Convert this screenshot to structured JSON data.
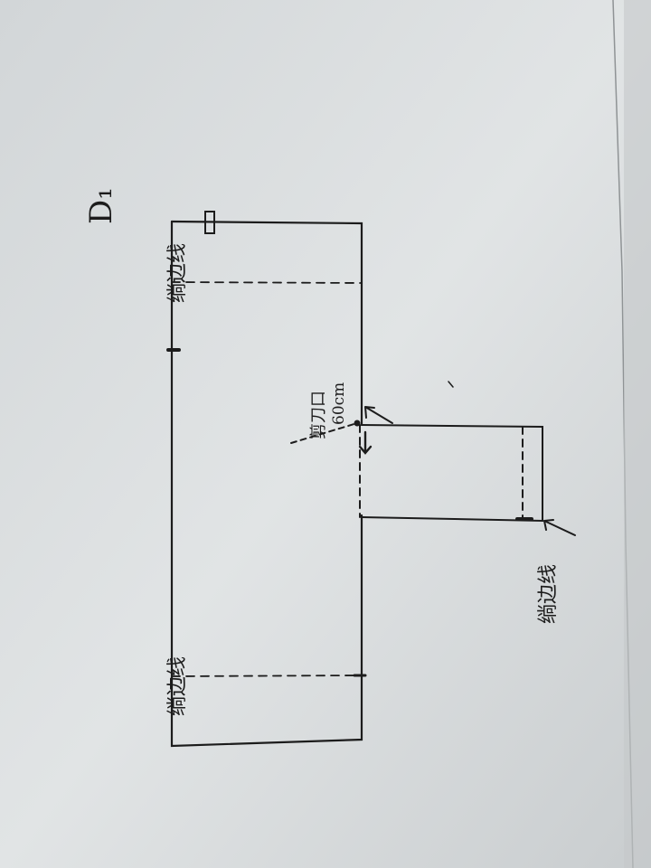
{
  "sheet": {
    "paper_color": "#dfe2e3",
    "ink_color": "#1c1c1c",
    "letter": "D₁",
    "labels": {
      "top_right": "绱边线",
      "top_left": "绱边线",
      "middle": "剪刀口",
      "measure": "60cm",
      "bottom": "绱边线"
    }
  }
}
